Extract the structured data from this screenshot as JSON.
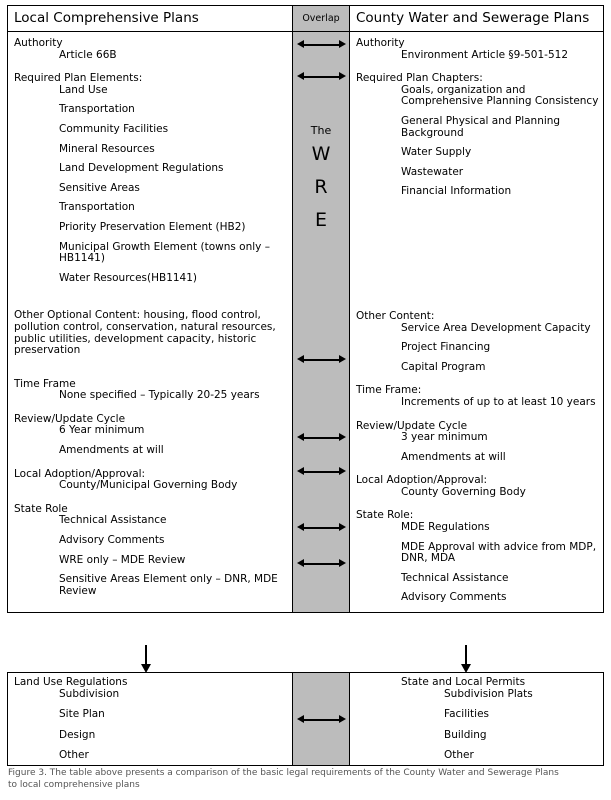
{
  "figure": {
    "caption": "Figure 3. The table above presents a comparison of the basic legal requirements of the County Water and Sewerage Plans to local comprehensive plans"
  },
  "colors": {
    "overlap_fill": "#bcbcbc",
    "border": "#000000",
    "caption_text": "#555555"
  },
  "header": {
    "left": "Local Comprehensive Plans",
    "middle": "Overlap",
    "right": "County Water and Sewerage Plans"
  },
  "overlap_column": {
    "the": "The",
    "w": "W",
    "r": "R",
    "e": "E"
  },
  "left_column": {
    "authority_head": "Authority",
    "authority_item": "Article 66B",
    "required_head": "Required Plan Elements:",
    "required_items": [
      "Land Use",
      "Transportation",
      "Community Facilities",
      "Mineral Resources",
      "Land Development Regulations",
      "Sensitive Areas",
      "Transportation",
      "Priority Preservation Element (HB2)",
      "Municipal Growth Element (towns only – HB1141)",
      "Water Resources(HB1141)"
    ],
    "other_content": "Other Optional Content: housing, flood control, pollution control, conservation, natural resources, public utilities, development capacity, historic preservation",
    "time_frame_head": "Time Frame",
    "time_frame_item": "None specified – Typically 20-25 years",
    "review_head": "Review/Update Cycle",
    "review_items": [
      "6 Year minimum",
      "Amendments at will"
    ],
    "adoption_head": "Local Adoption/Approval:",
    "adoption_item": "County/Municipal Governing Body",
    "state_role_head": "State Role",
    "state_role_items": [
      "Technical Assistance",
      "Advisory Comments",
      "WRE only – MDE Review",
      "Sensitive Areas Element only – DNR, MDE Review"
    ]
  },
  "right_column": {
    "authority_head": "Authority",
    "authority_item": "Environment Article §9-501-512",
    "required_head": "Required Plan Chapters:",
    "required_items": [
      "Goals, organization and Comprehensive Planning Consistency",
      "General Physical and Planning Background",
      "Water Supply",
      "Wastewater",
      "Financial Information"
    ],
    "other_content_head": "Other Content:",
    "other_content_items": [
      "Service Area Development Capacity",
      "Project Financing",
      "Capital Program"
    ],
    "time_frame_head": "Time Frame:",
    "time_frame_item": "Increments of up to at least 10 years",
    "review_head": "Review/Update Cycle",
    "review_items": [
      "3 year minimum",
      "Amendments at will"
    ],
    "adoption_head": "Local Adoption/Approval:",
    "adoption_item": "County Governing Body",
    "state_role_head": "State Role:",
    "state_role_items": [
      "MDE Regulations",
      "MDE Approval with advice from MDP, DNR, MDA",
      "Technical Assistance",
      "Advisory Comments"
    ]
  },
  "bottom": {
    "left_head": "Land Use Regulations",
    "left_items": [
      "Subdivision",
      "Site Plan",
      "Design",
      "Other"
    ],
    "right_head": "State and Local Permits",
    "right_items": [
      "Subdivision Plats",
      "Facilities",
      "Building",
      "Other"
    ]
  }
}
